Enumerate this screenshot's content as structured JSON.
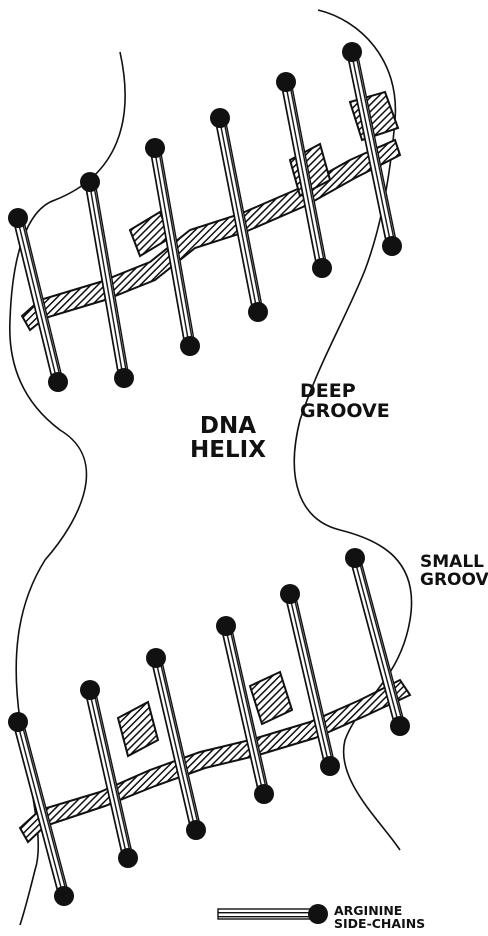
{
  "colors": {
    "ink": "#111111",
    "background": "#ffffff"
  },
  "labels": {
    "dna_helix": [
      "DNA",
      "HELIX"
    ],
    "deep_groove": [
      "DEEP",
      "GROOVE"
    ],
    "small_groove": [
      "SMALL",
      "GROOVE"
    ],
    "legend": [
      "ARGININE",
      "SIDE-CHAINS"
    ]
  },
  "icons": {
    "side_chain": "side-chain-icon",
    "backbone": "backbone-icon"
  }
}
